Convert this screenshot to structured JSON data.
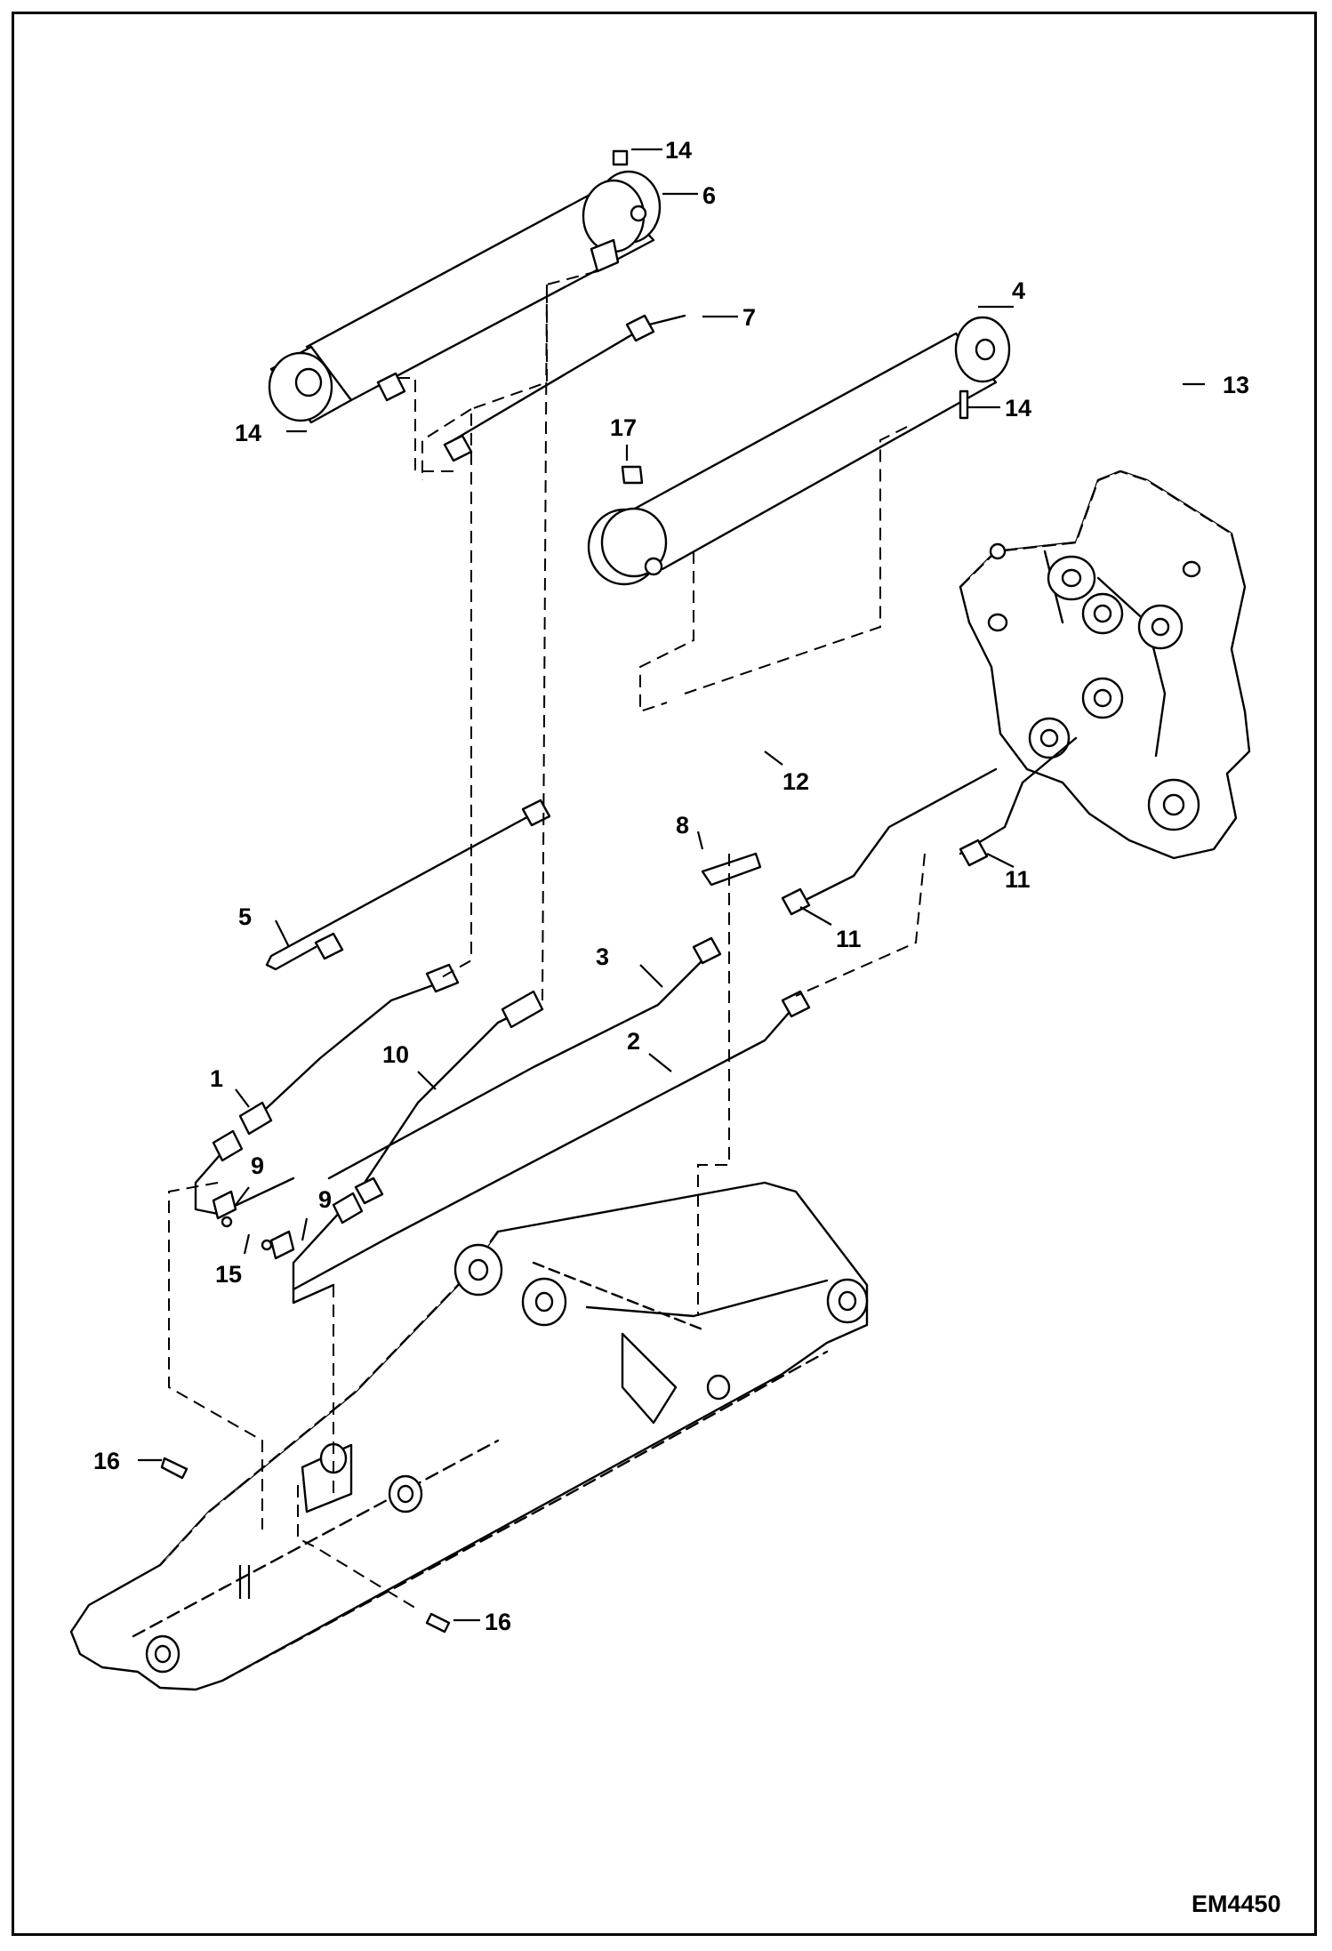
{
  "drawing_code": "EM4450",
  "callouts": [
    {
      "id": "c14a",
      "label": "14"
    },
    {
      "id": "c6",
      "label": "6"
    },
    {
      "id": "c7",
      "label": "7"
    },
    {
      "id": "c4",
      "label": "4"
    },
    {
      "id": "c13",
      "label": "13"
    },
    {
      "id": "c14b",
      "label": "14"
    },
    {
      "id": "c14c",
      "label": "14"
    },
    {
      "id": "c17",
      "label": "17"
    },
    {
      "id": "c12",
      "label": "12"
    },
    {
      "id": "c8",
      "label": "8"
    },
    {
      "id": "c5",
      "label": "5"
    },
    {
      "id": "c11a",
      "label": "11"
    },
    {
      "id": "c11b",
      "label": "11"
    },
    {
      "id": "c3",
      "label": "3"
    },
    {
      "id": "c10",
      "label": "10"
    },
    {
      "id": "c2",
      "label": "2"
    },
    {
      "id": "c1",
      "label": "1"
    },
    {
      "id": "c9a",
      "label": "9"
    },
    {
      "id": "c9b",
      "label": "9"
    },
    {
      "id": "c15",
      "label": "15"
    },
    {
      "id": "c16a",
      "label": "16"
    },
    {
      "id": "c16b",
      "label": "16"
    }
  ]
}
